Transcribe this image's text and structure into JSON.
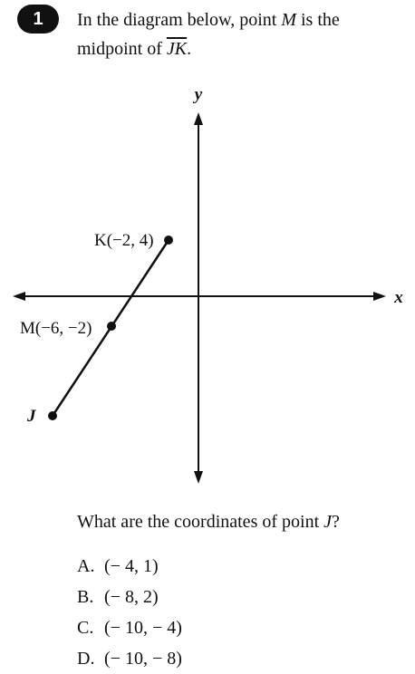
{
  "question": {
    "number": "1",
    "stem_line1_a": "In the diagram below, point ",
    "stem_line1_m": "M",
    "stem_line1_b": " is the",
    "stem_line2_a": "midpoint of ",
    "stem_line2_segment": "JK",
    "stem_line2_b": ".",
    "prompt_a": "What are the coordinates of point ",
    "prompt_j": "J",
    "prompt_b": "?"
  },
  "diagram": {
    "x_axis_label": "x",
    "y_axis_label": "y",
    "point_k_label": "K(−2, 4)",
    "point_m_label": "M(−6, −2)",
    "point_j_label": "J"
  },
  "choices": [
    {
      "letter": "A.",
      "text": "(− 4, 1)"
    },
    {
      "letter": "B.",
      "text": "(− 8, 2)"
    },
    {
      "letter": "C.",
      "text": "(− 10, − 4)"
    },
    {
      "letter": "D.",
      "text": "(− 10, − 8)"
    }
  ]
}
